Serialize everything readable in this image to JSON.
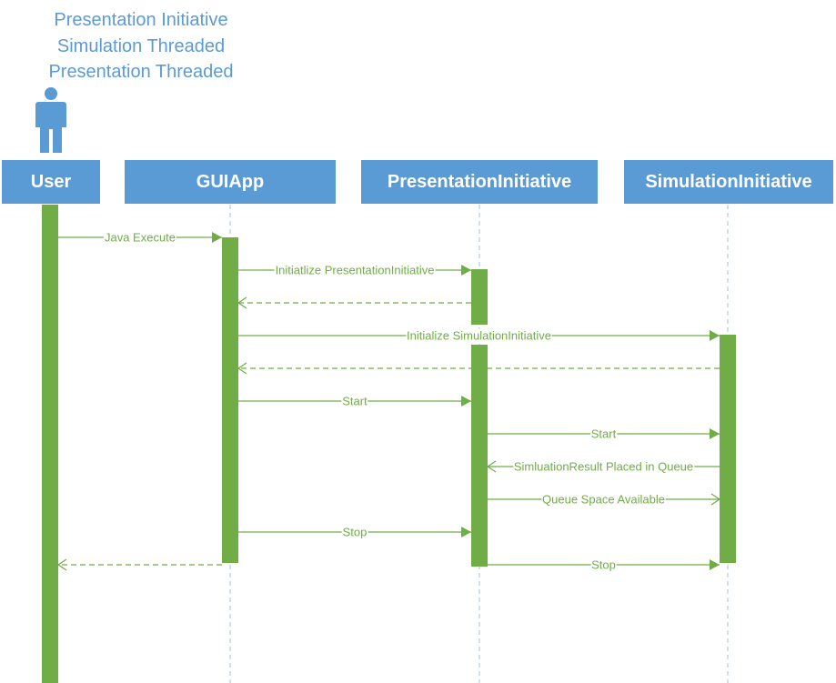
{
  "title": {
    "lines": [
      "Presentation Initiative",
      "Simulation Threaded",
      "Presentation Threaded"
    ]
  },
  "actor": {
    "icon": "user-icon"
  },
  "participants": [
    {
      "label": "User"
    },
    {
      "label": "GUIApp"
    },
    {
      "label": "PresentationInitiative"
    },
    {
      "label": "SimulationInitiative"
    }
  ],
  "messages": [
    {
      "label": "Java Execute",
      "from": 0,
      "to": 1,
      "kind": "call"
    },
    {
      "label": "Initiatlize PresentationInitiative",
      "from": 1,
      "to": 2,
      "kind": "call"
    },
    {
      "label": "",
      "from": 2,
      "to": 1,
      "kind": "return"
    },
    {
      "label": "Initialize SimulationInitiative",
      "from": 1,
      "to": 3,
      "kind": "call"
    },
    {
      "label": "",
      "from": 3,
      "to": 1,
      "kind": "return"
    },
    {
      "label": "Start",
      "from": 1,
      "to": 2,
      "kind": "call"
    },
    {
      "label": "Start",
      "from": 2,
      "to": 3,
      "kind": "call"
    },
    {
      "label": "SimluationResult Placed in Queue",
      "from": 3,
      "to": 2,
      "kind": "async"
    },
    {
      "label": "Queue Space Available",
      "from": 2,
      "to": 3,
      "kind": "async"
    },
    {
      "label": "Stop",
      "from": 1,
      "to": 2,
      "kind": "call"
    },
    {
      "label": "",
      "from": 1,
      "to": 0,
      "kind": "return"
    },
    {
      "label": "Stop",
      "from": 2,
      "to": 3,
      "kind": "call"
    }
  ],
  "colors": {
    "participant_fill": "#5b9bd5",
    "participant_text": "#ffffff",
    "title_text": "#5b9bd5",
    "lifeline": "#9dc3e6",
    "activation": "#70ad47",
    "message": "#70ad47"
  }
}
